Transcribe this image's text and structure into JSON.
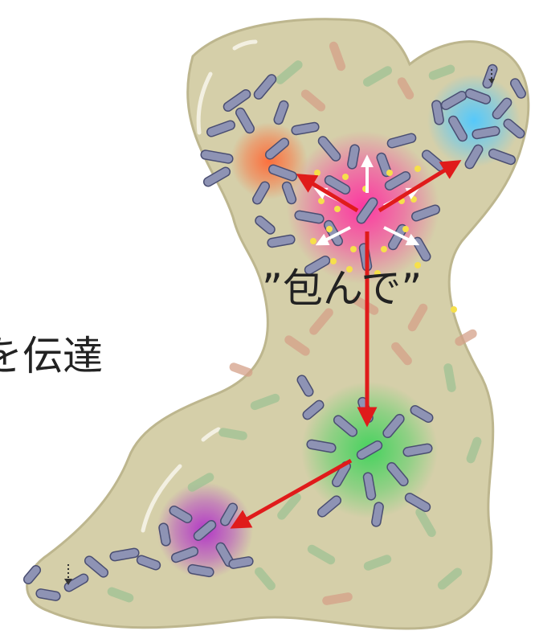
{
  "caption": {
    "line1": "”包んで”",
    "line2": "を伝達"
  },
  "colors": {
    "biofilm": "#d5cfa9",
    "biofilm_edge": "#bdb68e",
    "highlight": "#f3f0e2",
    "bacterium": "#8e93b4",
    "bacterium_edge": "#4a4e72",
    "faint_green": "#9ec294",
    "faint_red": "#d4a089",
    "arrow": "#e01b1b",
    "signal_arrow": "#ffffff",
    "signal_dot": "#f6e04b"
  },
  "glows": [
    {
      "name": "pink-glow",
      "color": "#ff2fa0"
    },
    {
      "name": "orange-glow",
      "color": "#ff6a36"
    },
    {
      "name": "blue-glow",
      "color": "#4fc8ff"
    },
    {
      "name": "green-glow",
      "color": "#3fd25a"
    },
    {
      "name": "purple-glow",
      "color": "#b02fc8"
    }
  ],
  "icons": [
    "bacterium-icon",
    "red-arrow-icon",
    "signal-arrow-icon",
    "dotted-down-arrow-icon"
  ]
}
